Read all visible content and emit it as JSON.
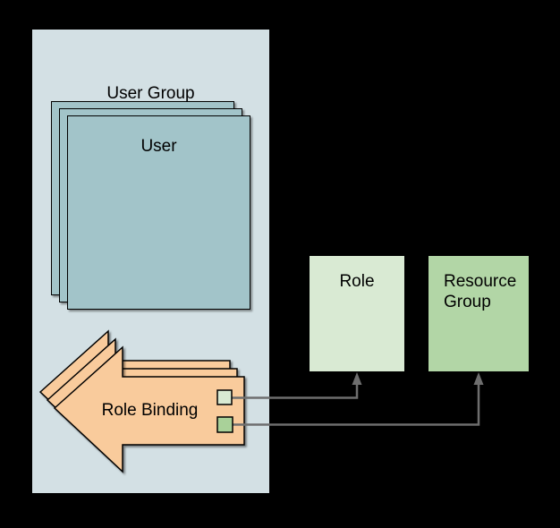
{
  "diagram": {
    "background_color": "#000000",
    "user_group": {
      "label": "User Group",
      "fill": "#d3e0e4"
    },
    "user_stack": {
      "label": "User",
      "fill": "#a2c4c9",
      "stroke": "#000000",
      "copies": 3
    },
    "role_binding": {
      "label": "Role Binding",
      "fill": "#f9cb9c",
      "stroke": "#000000",
      "copies": 3
    },
    "ports": {
      "role_port": {
        "fill": "#d9ead3",
        "stroke": "#000000"
      },
      "resource_port": {
        "fill": "#a9d199",
        "stroke": "#000000"
      }
    },
    "role_box": {
      "label": "Role",
      "fill": "#d9ead3"
    },
    "resource_group_box": {
      "label": "Resource Group",
      "fill": "#b2d6a6"
    },
    "connectors": {
      "color": "#6e6e6e",
      "from_role_port_to": "Role",
      "from_resource_port_to": "Resource Group"
    }
  }
}
